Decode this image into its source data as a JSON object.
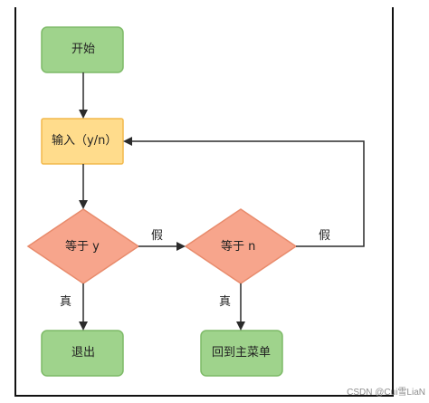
{
  "nodes": {
    "start": "开始",
    "input": "输入（y/n）",
    "decision_y": "等于 y",
    "decision_n": "等于 n",
    "exit": "退出",
    "back_menu": "回到主菜单"
  },
  "edges": {
    "y_false": "假",
    "n_false": "假",
    "y_true": "真",
    "n_true": "真"
  },
  "colors": {
    "process_fill": "#9fd38c",
    "process_stroke": "#7dba67",
    "input_fill": "#ffdc8c",
    "input_stroke": "#f2b84b",
    "decision_fill": "#f7a58c",
    "decision_stroke": "#e88b6c",
    "line": "#2b2b2b"
  },
  "watermark": "CSDN @Cui雪LiaN"
}
